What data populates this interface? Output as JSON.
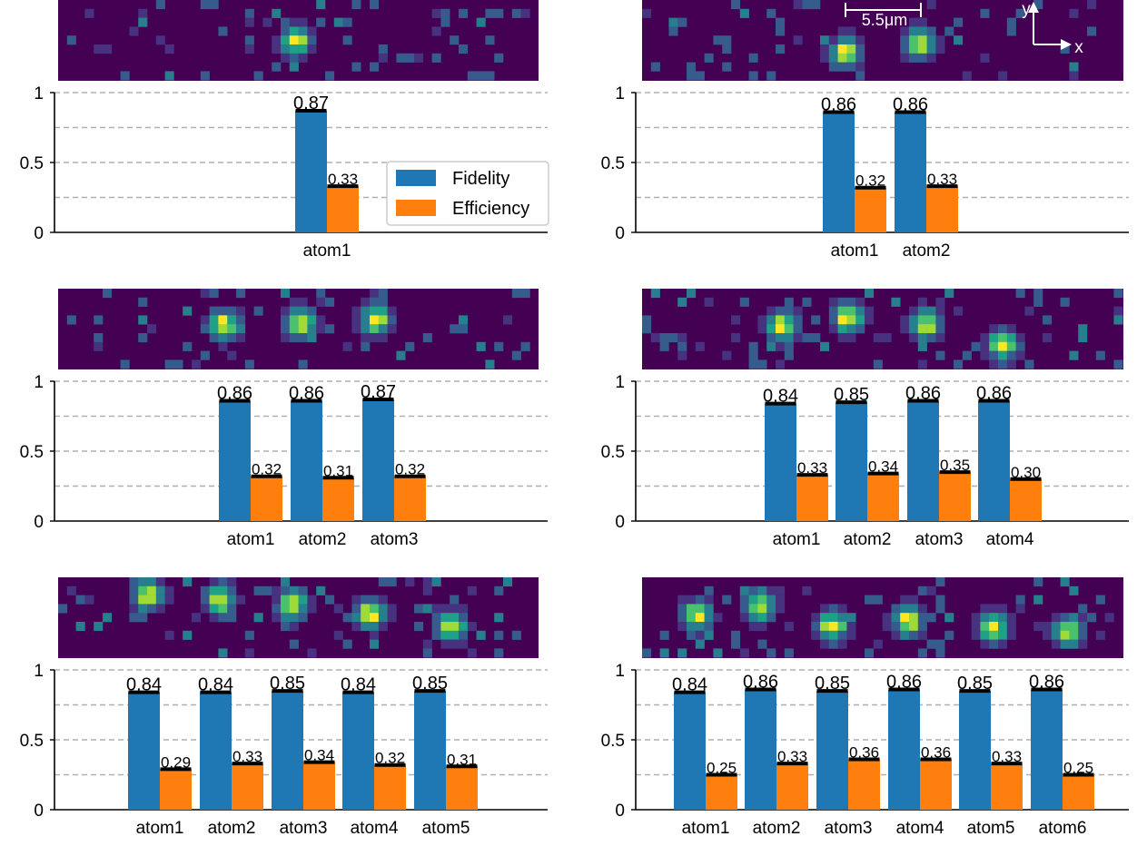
{
  "colors": {
    "fidelity": "#1f77b4",
    "efficiency": "#ff7f0e",
    "image_background": "#440154",
    "grid": "#b0b0b0",
    "text": "#000000"
  },
  "legend": {
    "position": "upper-right of first panel",
    "entries": [
      "Fidelity",
      "Efficiency"
    ]
  },
  "scale_bar": {
    "label": "5.5μm"
  },
  "axes_arrows": {
    "x_label": "x",
    "y_label": "y"
  },
  "chart_data": [
    {
      "type": "bar",
      "title": "",
      "xlabel": "",
      "ylabel": "",
      "ylim": [
        0,
        1
      ],
      "yticks": [
        "0",
        "0.5",
        "1"
      ],
      "grid": "dashed horizontal at 0.25 steps",
      "categories": [
        "atom1"
      ],
      "series": [
        {
          "name": "Fidelity",
          "values": [
            0.87
          ],
          "labels": [
            "0.87"
          ]
        },
        {
          "name": "Efficiency",
          "values": [
            0.33
          ],
          "labels": [
            "0.33"
          ]
        }
      ]
    },
    {
      "type": "bar",
      "title": "",
      "xlabel": "",
      "ylabel": "",
      "ylim": [
        0,
        1
      ],
      "yticks": [
        "0",
        "0.5",
        "1"
      ],
      "grid": "dashed horizontal at 0.25 steps",
      "categories": [
        "atom1",
        "atom2"
      ],
      "series": [
        {
          "name": "Fidelity",
          "values": [
            0.86,
            0.86
          ],
          "labels": [
            "0.86",
            "0.86"
          ]
        },
        {
          "name": "Efficiency",
          "values": [
            0.32,
            0.33
          ],
          "labels": [
            "0.32",
            "0.33"
          ]
        }
      ]
    },
    {
      "type": "bar",
      "title": "",
      "xlabel": "",
      "ylabel": "",
      "ylim": [
        0,
        1
      ],
      "yticks": [
        "0",
        "0.5",
        "1"
      ],
      "grid": "dashed horizontal at 0.25 steps",
      "categories": [
        "atom1",
        "atom2",
        "atom3"
      ],
      "series": [
        {
          "name": "Fidelity",
          "values": [
            0.86,
            0.86,
            0.87
          ],
          "labels": [
            "0.86",
            "0.86",
            "0.87"
          ]
        },
        {
          "name": "Efficiency",
          "values": [
            0.32,
            0.31,
            0.32
          ],
          "labels": [
            "0.32",
            "0.31",
            "0.32"
          ]
        }
      ]
    },
    {
      "type": "bar",
      "title": "",
      "xlabel": "",
      "ylabel": "",
      "ylim": [
        0,
        1
      ],
      "yticks": [
        "0",
        "0.5",
        "1"
      ],
      "grid": "dashed horizontal at 0.25 steps",
      "categories": [
        "atom1",
        "atom2",
        "atom3",
        "atom4"
      ],
      "series": [
        {
          "name": "Fidelity",
          "values": [
            0.84,
            0.85,
            0.86,
            0.86
          ],
          "labels": [
            "0.84",
            "0.85",
            "0.86",
            "0.86"
          ]
        },
        {
          "name": "Efficiency",
          "values": [
            0.33,
            0.34,
            0.35,
            0.3
          ],
          "labels": [
            "0.33",
            "0.34",
            "0.35",
            "0.30"
          ]
        }
      ]
    },
    {
      "type": "bar",
      "title": "",
      "xlabel": "",
      "ylabel": "",
      "ylim": [
        0,
        1
      ],
      "yticks": [
        "0",
        "0.5",
        "1"
      ],
      "grid": "dashed horizontal at 0.25 steps",
      "categories": [
        "atom1",
        "atom2",
        "atom3",
        "atom4",
        "atom5"
      ],
      "series": [
        {
          "name": "Fidelity",
          "values": [
            0.84,
            0.84,
            0.85,
            0.84,
            0.85
          ],
          "labels": [
            "0.84",
            "0.84",
            "0.85",
            "0.84",
            "0.85"
          ]
        },
        {
          "name": "Efficiency",
          "values": [
            0.29,
            0.33,
            0.34,
            0.32,
            0.31
          ],
          "labels": [
            "0.29",
            "0.33",
            "0.34",
            "0.32",
            "0.31"
          ]
        }
      ]
    },
    {
      "type": "bar",
      "title": "",
      "xlabel": "",
      "ylabel": "",
      "ylim": [
        0,
        1
      ],
      "yticks": [
        "0",
        "0.5",
        "1"
      ],
      "grid": "dashed horizontal at 0.25 steps",
      "categories": [
        "atom1",
        "atom2",
        "atom3",
        "atom4",
        "atom5",
        "atom6"
      ],
      "series": [
        {
          "name": "Fidelity",
          "values": [
            0.84,
            0.86,
            0.85,
            0.86,
            0.85,
            0.86
          ],
          "labels": [
            "0.84",
            "0.86",
            "0.85",
            "0.86",
            "0.85",
            "0.86"
          ]
        },
        {
          "name": "Efficiency",
          "values": [
            0.25,
            0.33,
            0.36,
            0.36,
            0.33,
            0.25
          ],
          "labels": [
            "0.25",
            "0.33",
            "0.36",
            "0.36",
            "0.33",
            "0.25"
          ]
        }
      ]
    }
  ]
}
